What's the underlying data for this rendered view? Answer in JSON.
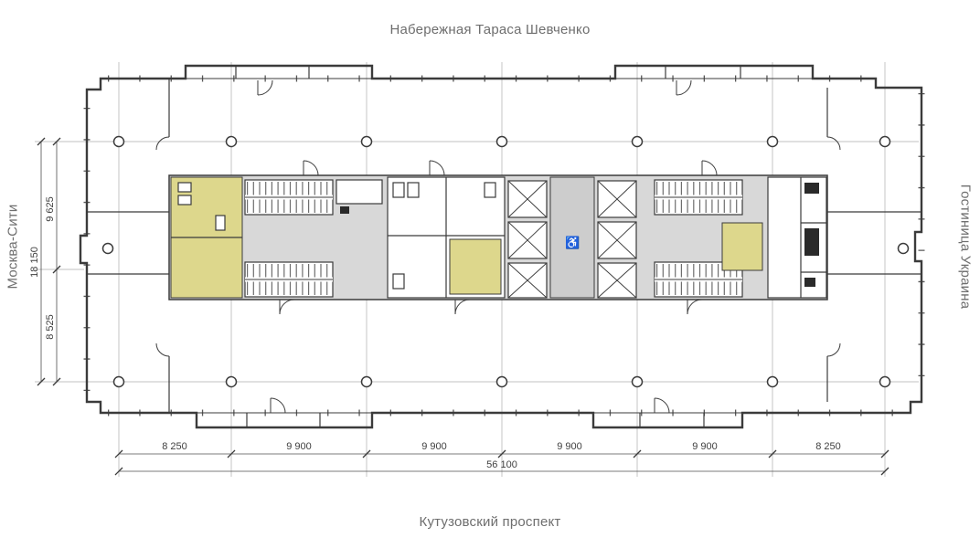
{
  "labels": {
    "top": "Набережная Тараса Шевченко",
    "bottom": "Кутузовский проспект",
    "left": "Москва-Сити",
    "right": "Гостиница Украина"
  },
  "dimensions": {
    "vertical_segments": [
      "9 625",
      "8 525"
    ],
    "vertical_total": "18 150",
    "horizontal_segments": [
      "8 250",
      "9 900",
      "9 900",
      "9 900",
      "9 900",
      "8 250"
    ],
    "horizontal_total": "56 100"
  },
  "icons": {
    "accessible": "♿"
  },
  "colors": {
    "floor_fill": "#ddd78c",
    "core_fill": "#d8d8d8",
    "lobby_fill": "#cdcdcd",
    "wall": "#3b3b3b",
    "dimension_text": "#3f3f3f",
    "label_text": "#6e6e6e"
  }
}
